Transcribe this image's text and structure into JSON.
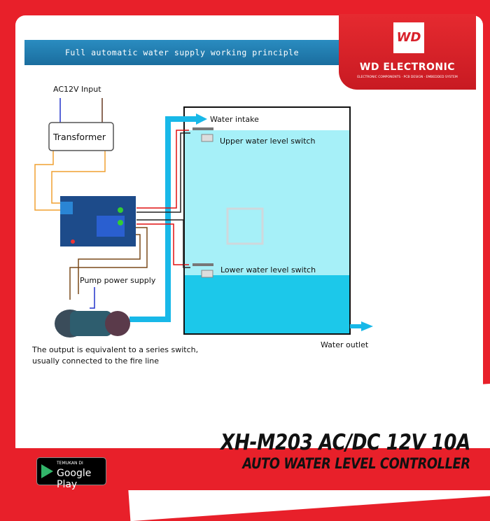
{
  "banner": {
    "title": "Full automatic water supply working principle"
  },
  "logo": {
    "brand": "WD ELECTRONIC",
    "mark": "WD",
    "tagline": "ELECTRONIC COMPONENTS · PCB DESIGN · EMBEDDED SYSTEM"
  },
  "diagram": {
    "ac_input": "AC12V Input",
    "transformer": "Transformer",
    "water_intake": "Water intake",
    "upper_switch": "Upper water level switch",
    "lower_switch": "Lower water level switch",
    "pump_supply": "Pump power supply",
    "water_outlet": "Water outlet",
    "note_line1": "The output is equivalent to a series switch,",
    "note_line2": "usually connected to the fire line"
  },
  "product": {
    "title_line1": "XH-M203 AC/DC 12V 10A",
    "title_line2": "AUTO WATER LEVEL CONTROLLER"
  },
  "store_badge": {
    "small": "TEMUKAN DI",
    "big": "Google Play"
  },
  "colors": {
    "red": "#e8202a",
    "pipe": "#18b8e8",
    "water_light": "#a6f0f8",
    "water_dark": "#1cc8ea"
  }
}
